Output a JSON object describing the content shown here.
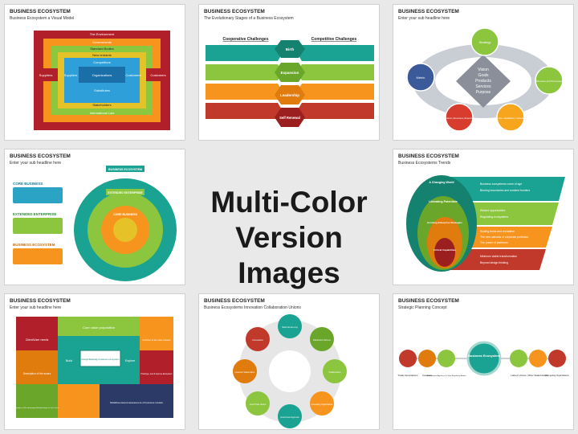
{
  "center_title": {
    "line1": "Multi-Color",
    "line2": "Version Images"
  },
  "slides": [
    {
      "title": "BUSINESS ECOSYSTEM",
      "subtitle": "Business Ecosystem a Visual Model",
      "labels": [
        "The Environment",
        "Governments",
        "Standard Bodies",
        "New entrants",
        "Competitors",
        "Organizations",
        "Substitutes",
        "Stakeholders",
        "International Law",
        "Suppliers",
        "Suppliers",
        "Customers",
        "Customers"
      ]
    },
    {
      "title": "BUSINESS ECOSYSTEM",
      "subtitle": "The Evolutionary Stages of a Business Ecosystem",
      "left_heading": "Cooperative Challenges",
      "right_heading": "Competitive Challenges",
      "stages": [
        "Birth",
        "Expansion",
        "Leadership",
        "Self Renewal"
      ]
    },
    {
      "title": "BUSINESS ECOSYSTEM",
      "subtitle": "Enter your sub headline here",
      "nodes": [
        "Strategy",
        "Metric",
        "Structure and Processes",
        "Finance, Revenues, Expenses",
        "People, capabilities, motivation"
      ],
      "center": [
        "Vision",
        "Goals",
        "Products",
        "Services",
        "Purpose"
      ]
    },
    {
      "title": "BUSINESS ECOSYSTEM",
      "subtitle": "Enter your sub headline here",
      "side_labels": [
        "CORE BUSINESS",
        "EXTENDED ENTERPRISE",
        "BUSINESS ECOSYSTEM"
      ],
      "rings": [
        "BUSINESS ECOSYSTEM",
        "EXTENDED ENTERPRISE",
        "CORE BUSINESS"
      ]
    },
    {
      "title": "BUSINESS ECOSYSTEM",
      "subtitle": "Business Ecosystems Trends",
      "layers": [
        "A Changing World",
        "Liberating Potentials",
        "Evolving Enterprise Strategies",
        "Critical Capabilities"
      ],
      "bullets": [
        "Business ecosystems come of age",
        "Blurring boundaries and tumbled frontiers",
        "Wicked opportunities",
        "Regulating ecosystems",
        "Scaling trusts and reputation",
        "The new calculus of corporate portfolios",
        "The power of platforms",
        "Minimum viable transformation",
        "Beyond design thinking"
      ]
    },
    {
      "title": "BUSINESS ECOSYSTEM",
      "subtitle": "Enter your sub headline here",
      "tiles": [
        "Client/User needs",
        "Core value proposition",
        "Definition of the value streams",
        "Build",
        "Design/Redesign business ecosystem",
        "Explore",
        "Description of the actors",
        "Prototype, test & improve Ecosystem",
        "Analysis of the advantages/disadvantages of each actor",
        "Multidimensional assessment of business models"
      ]
    },
    {
      "title": "BUSINESS ECOSYSTEM",
      "subtitle": "Business Ecosystems Innovation Collaboration Unions",
      "segments": [
        "Start Economy",
        "Innovation",
        "Distribution Partners",
        "Collaboration",
        "Investors/ Stakeholders",
        "Consulting Organizations",
        "Local Trade Unions",
        "Government Agencies"
      ]
    },
    {
      "title": "BUSINESS ECOSYSTEM",
      "subtitle": "Strategic Planning Concept",
      "center": "Business Ecosystem",
      "left_items": [
        "Trade Associations",
        "Investors",
        "Governments Agencies & Other Regulatory Bodies"
      ],
      "right_items": [
        "Labour Unions",
        "Other Stakeholders",
        "Competing Organizations"
      ]
    }
  ]
}
